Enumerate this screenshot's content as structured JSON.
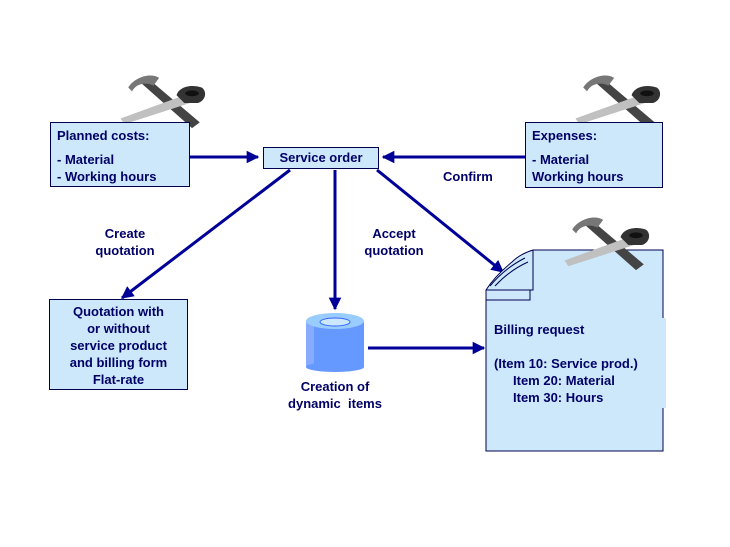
{
  "colors": {
    "box_fill": "#cce8fa",
    "arrow": "#000099",
    "text": "#000066",
    "cylinder": "#6699ff"
  },
  "nodes": {
    "planned_costs": {
      "title": "Planned costs:",
      "lines": [
        "- Material",
        "- Working hours"
      ],
      "icon": "hammer-and-saw-icon"
    },
    "service_order": {
      "title": "Service order"
    },
    "expenses": {
      "title": "Expenses:",
      "lines": [
        "- Material",
        "Working hours"
      ],
      "icon": "hammer-and-saw-icon"
    },
    "quotation": {
      "lines": [
        "Quotation with",
        "or without",
        "service product",
        "and billing form",
        "Flat-rate"
      ]
    },
    "dynamic_items": {
      "lines": [
        "Creation of",
        "dynamic  items"
      ],
      "icon": "database-cylinder-icon"
    },
    "billing_request": {
      "title": "Billing request",
      "lines": [
        "(Item 10: Service prod.)",
        "Item 20: Material",
        "Item 30: Hours"
      ],
      "icon": "hammer-and-saw-icon"
    }
  },
  "edges": {
    "confirm": "Confirm",
    "create_quotation": [
      "Create",
      "quotation"
    ],
    "accept_quotation": [
      "Accept",
      "quotation"
    ]
  }
}
